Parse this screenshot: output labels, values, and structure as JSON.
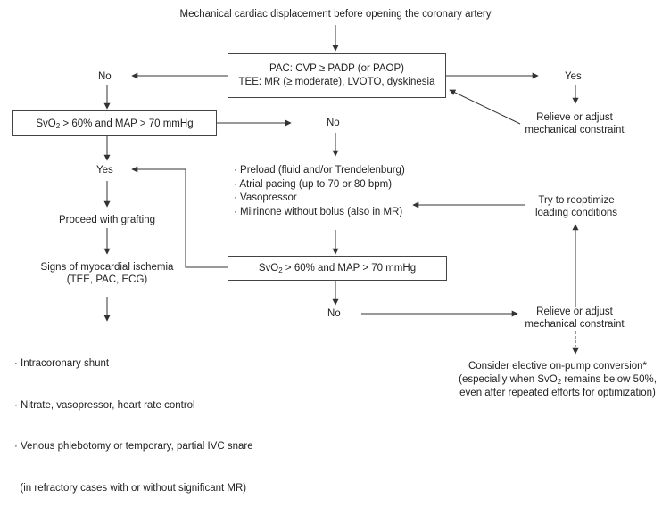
{
  "nodes": {
    "start": "Mechanical cardiac displacement before opening the coronary artery",
    "pac_check": {
      "line1": "PAC: CVP ≥ PADP (or PAOP)",
      "line2": "TEE: MR (≥ moderate), LVOTO, dyskinesia"
    },
    "no_1": "No",
    "yes_1": "Yes",
    "relieve_1": [
      "Relieve or adjust",
      "mechanical constraint"
    ],
    "svo2_check_1": {
      "pre": "SvO",
      "sub": "2",
      "post": " > 60% and MAP > 70 mmHg"
    },
    "no_2": "No",
    "yes_2": "Yes",
    "interventions": [
      "· Preload (fluid and/or Trendelenburg)",
      "· Atrial pacing (up to 70 or 80 bpm)",
      "· Vasopressor",
      "· Milrinone without bolus (also in MR)"
    ],
    "reoptimize": [
      "Try to reoptimize",
      "loading conditions"
    ],
    "grafting": "Proceed with grafting",
    "ischemia": [
      "Signs of myocardial ischemia",
      "(TEE, PAC, ECG)"
    ],
    "svo2_check_2": {
      "pre": "SvO",
      "sub": "2",
      "post": " > 60% and MAP > 70 mmHg"
    },
    "no_3": "No",
    "relieve_2": [
      "Relieve or adjust",
      "mechanical constraint"
    ],
    "ischemia_actions": [
      "· Intracoronary shunt",
      "· Nitrate, vasopressor, heart rate control",
      "· Venous phlebotomy or temporary, partial IVC snare",
      "  (in refractory cases with or without significant MR)"
    ],
    "conversion": {
      "line1": "Consider elective on-pump conversion*",
      "line2_pre": "(especially when SvO",
      "line2_sub": "2",
      "line2_post": " remains below 50%,",
      "line3": "even after repeated efforts for optimization)"
    }
  },
  "colors": {
    "line": "#333333",
    "text": "#222222"
  }
}
